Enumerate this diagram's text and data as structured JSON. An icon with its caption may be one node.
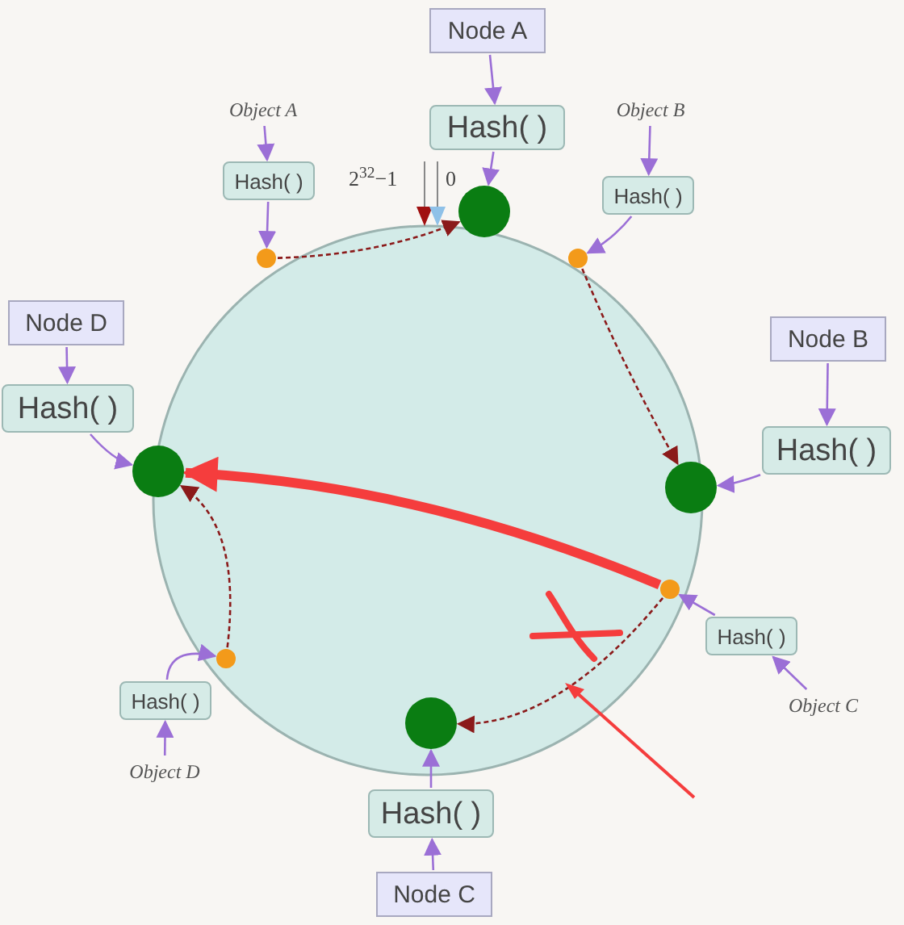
{
  "diagram": {
    "nodes": [
      {
        "text": [
          "Node A"
        ]
      },
      {
        "text": [
          "Hash( )"
        ]
      },
      {
        "text": [],
        "shape": "circle"
      },
      {
        "text": [
          "Object A"
        ]
      },
      {
        "text": [
          "Hash( )"
        ]
      },
      {
        "text": [],
        "shape": "circle"
      },
      {
        "text": [
          "Object B"
        ]
      },
      {
        "text": [
          "Hash( )"
        ]
      },
      {
        "text": [],
        "shape": "circle"
      },
      {
        "text": [
          "Node B"
        ]
      },
      {
        "text": [
          "Hash( )"
        ]
      },
      {
        "text": [],
        "shape": "circle"
      },
      {
        "text": [
          "Node D"
        ]
      },
      {
        "text": [
          "Hash( )"
        ]
      },
      {
        "text": [],
        "shape": "circle"
      },
      {
        "text": [
          "Hash( )"
        ]
      },
      {
        "text": [
          "Object C"
        ]
      },
      {
        "text": [],
        "shape": "circle"
      },
      {
        "text": [
          "Hash( )"
        ]
      },
      {
        "text": [
          "Object D"
        ]
      },
      {
        "text": [],
        "shape": "circle"
      },
      {
        "text": [],
        "shape": "circle"
      },
      {
        "text": [
          "Hash( )"
        ]
      },
      {
        "text": [
          "Node C"
        ]
      }
    ],
    "edges": [
      {
        "from": 0,
        "to": 1,
        "arrow": "to"
      },
      {
        "from": 1,
        "to": 2,
        "arrow": "to"
      },
      {
        "from": 3,
        "to": 4,
        "arrow": "to"
      },
      {
        "from": 4,
        "to": 5,
        "arrow": "to"
      },
      {
        "from": 5,
        "to": 2,
        "arrow": "to",
        "style": "dashed",
        "color": "#8b1a1a"
      },
      {
        "from": 6,
        "to": 7,
        "arrow": "to"
      },
      {
        "from": 7,
        "to": 8,
        "arrow": "to"
      },
      {
        "from": 8,
        "to": 11,
        "arrow": "to",
        "style": "dashed",
        "color": "#8b1a1a"
      },
      {
        "from": 9,
        "to": 10,
        "arrow": "to"
      },
      {
        "from": 10,
        "to": 11,
        "arrow": "to"
      },
      {
        "from": 12,
        "to": 13,
        "arrow": "to"
      },
      {
        "from": 13,
        "to": 14,
        "arrow": "to"
      },
      {
        "from": 16,
        "to": 15,
        "arrow": "to"
      },
      {
        "from": 15,
        "to": 17,
        "arrow": "to"
      },
      {
        "from": 17,
        "to": 21,
        "arrow": "to",
        "style": "dashed",
        "color": "#8b1a1a"
      },
      {
        "from": 19,
        "to": 18,
        "arrow": "to"
      },
      {
        "from": 18,
        "to": 20,
        "arrow": "to"
      },
      {
        "from": 20,
        "to": 14,
        "arrow": "to",
        "style": "dashed",
        "color": "#8b1a1a"
      },
      {
        "from": 23,
        "to": 22,
        "arrow": "to"
      },
      {
        "from": 22,
        "to": 21,
        "arrow": "to"
      },
      {
        "from": 17,
        "to": 14,
        "arrow": "to",
        "style": "thick",
        "color": "#f53d3d"
      }
    ],
    "labels": [
      "2$^{32}$−1",
      "0"
    ]
  }
}
